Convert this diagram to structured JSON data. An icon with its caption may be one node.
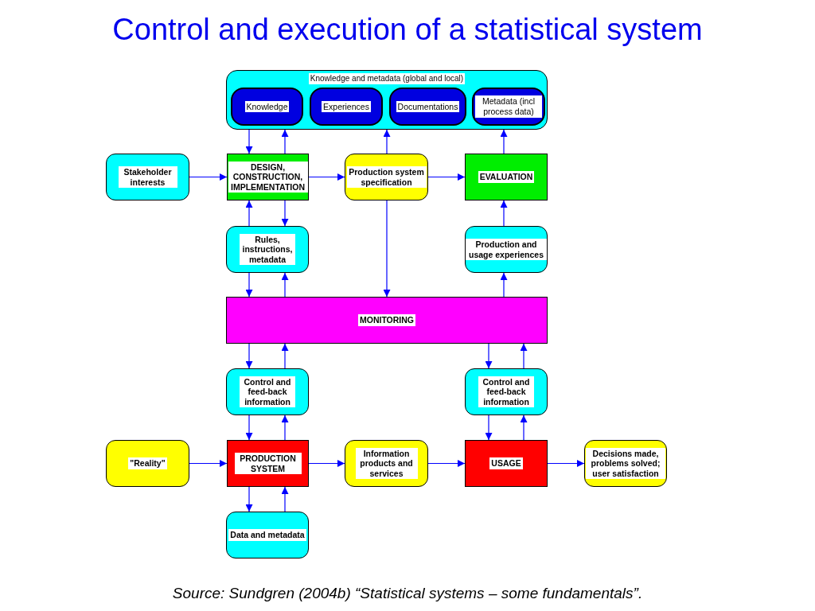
{
  "diagram": {
    "title": "Control and execution of a statistical system",
    "caption": "Source: Sundgren (2004b) “Statistical systems – some fundamentals”.",
    "nodes": [
      {
        "text": [
          "Knowledge and metadata (global and local)"
        ]
      },
      {
        "text": [
          "Knowledge"
        ],
        "in": 0
      },
      {
        "text": [
          "Experiences"
        ],
        "in": 0
      },
      {
        "text": [
          "Documentations"
        ],
        "in": 0
      },
      {
        "text": [
          "Metadata (incl process data)"
        ],
        "in": 0
      },
      {
        "text": [
          "Stakeholder interests"
        ]
      },
      {
        "text": [
          "DESIGN, CONSTRUCTION, IMPLEMENTATION"
        ]
      },
      {
        "text": [
          "Production system specification"
        ]
      },
      {
        "text": [
          "EVALUATION"
        ]
      },
      {
        "text": [
          "Rules, instructions, metadata"
        ]
      },
      {
        "text": [
          "Production and usage experiences"
        ]
      },
      {
        "text": [
          "MONITORING"
        ]
      },
      {
        "text": [
          "Control and feed-back information"
        ]
      },
      {
        "text": [
          "Control and feed-back information"
        ]
      },
      {
        "text": [
          "\"Reality\""
        ]
      },
      {
        "text": [
          "PRODUCTION SYSTEM"
        ]
      },
      {
        "text": [
          "Information products and services"
        ]
      },
      {
        "text": [
          "USAGE"
        ]
      },
      {
        "text": [
          "Decisions made, problems solved; user satisfaction"
        ]
      },
      {
        "text": [
          "Data and metadata"
        ]
      }
    ],
    "edges": [
      {
        "from": 0,
        "to": 6,
        "arrow": "to"
      },
      {
        "from": 6,
        "to": 0,
        "arrow": "to"
      },
      {
        "from": 7,
        "to": 0,
        "arrow": "to"
      },
      {
        "from": 8,
        "to": 0,
        "arrow": "to"
      },
      {
        "from": 5,
        "to": 6,
        "arrow": "to"
      },
      {
        "from": 6,
        "to": 7,
        "arrow": "to"
      },
      {
        "from": 7,
        "to": 8,
        "arrow": "to"
      },
      {
        "from": 6,
        "to": 9,
        "arrow": "to"
      },
      {
        "from": 9,
        "to": 6,
        "arrow": "to"
      },
      {
        "from": 7,
        "to": 11,
        "arrow": "to"
      },
      {
        "from": 10,
        "to": 8,
        "arrow": "to"
      },
      {
        "from": 11,
        "to": 10,
        "arrow": "to"
      },
      {
        "from": 9,
        "to": 11,
        "arrow": "to"
      },
      {
        "from": 11,
        "to": 9,
        "arrow": "to"
      },
      {
        "from": 11,
        "to": 12,
        "arrow": "to"
      },
      {
        "from": 12,
        "to": 11,
        "arrow": "to"
      },
      {
        "from": 11,
        "to": 13,
        "arrow": "to"
      },
      {
        "from": 13,
        "to": 11,
        "arrow": "to"
      },
      {
        "from": 12,
        "to": 15,
        "arrow": "to"
      },
      {
        "from": 15,
        "to": 12,
        "arrow": "to"
      },
      {
        "from": 13,
        "to": 17,
        "arrow": "to"
      },
      {
        "from": 17,
        "to": 13,
        "arrow": "to"
      },
      {
        "from": 14,
        "to": 15,
        "arrow": "to"
      },
      {
        "from": 15,
        "to": 16,
        "arrow": "to"
      },
      {
        "from": 16,
        "to": 17,
        "arrow": "to"
      },
      {
        "from": 17,
        "to": 18,
        "arrow": "to"
      },
      {
        "from": 15,
        "to": 19,
        "arrow": "to"
      },
      {
        "from": 19,
        "to": 15,
        "arrow": "to"
      }
    ]
  }
}
